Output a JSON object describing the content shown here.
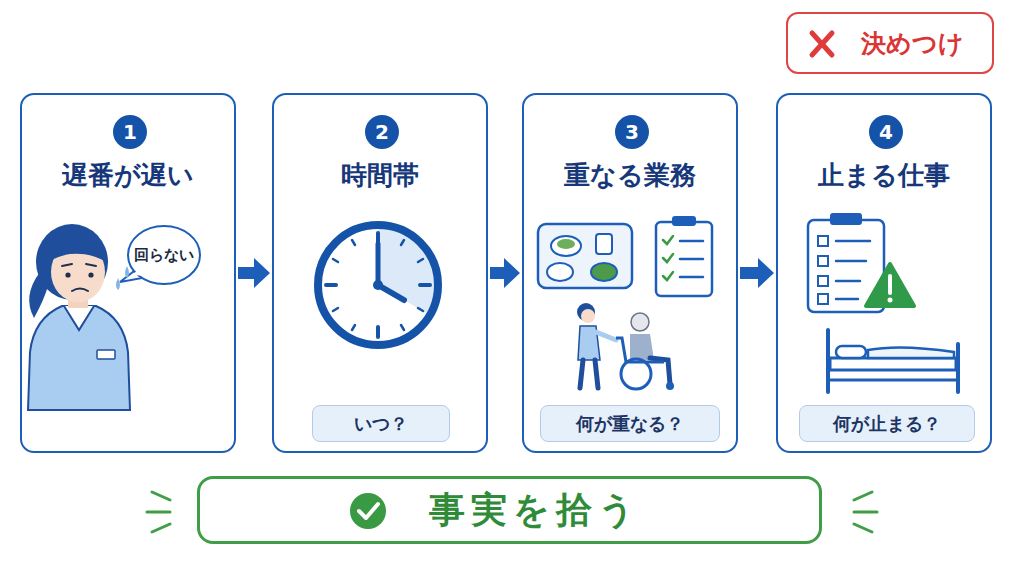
{
  "diagram": {
    "nodes": [
      {
        "text": [
          "遅番が遅い"
        ]
      },
      {
        "text": [
          "1"
        ],
        "in": 0
      },
      {
        "text": [
          "回らない"
        ],
        "in": 0
      },
      {
        "text": [
          "時間帯"
        ]
      },
      {
        "text": [
          "2"
        ],
        "in": 3
      },
      {
        "text": [
          "いつ？"
        ],
        "in": 3
      },
      {
        "text": [
          "重なる業務"
        ]
      },
      {
        "text": [
          "3"
        ],
        "in": 6
      },
      {
        "text": [
          "何が重なる？"
        ],
        "in": 6
      },
      {
        "text": [
          "止まる仕事"
        ]
      },
      {
        "text": [
          "4"
        ],
        "in": 9
      },
      {
        "text": [
          "何が止まる？"
        ],
        "in": 9
      },
      {
        "text": [
          "決めつけ"
        ]
      },
      {
        "text": [
          "事実を拾う"
        ]
      }
    ],
    "edges": [
      {
        "from": 0,
        "to": 3,
        "arrow": "to"
      },
      {
        "from": 3,
        "to": 6,
        "arrow": "to"
      },
      {
        "from": 6,
        "to": 9,
        "arrow": "to"
      }
    ]
  }
}
